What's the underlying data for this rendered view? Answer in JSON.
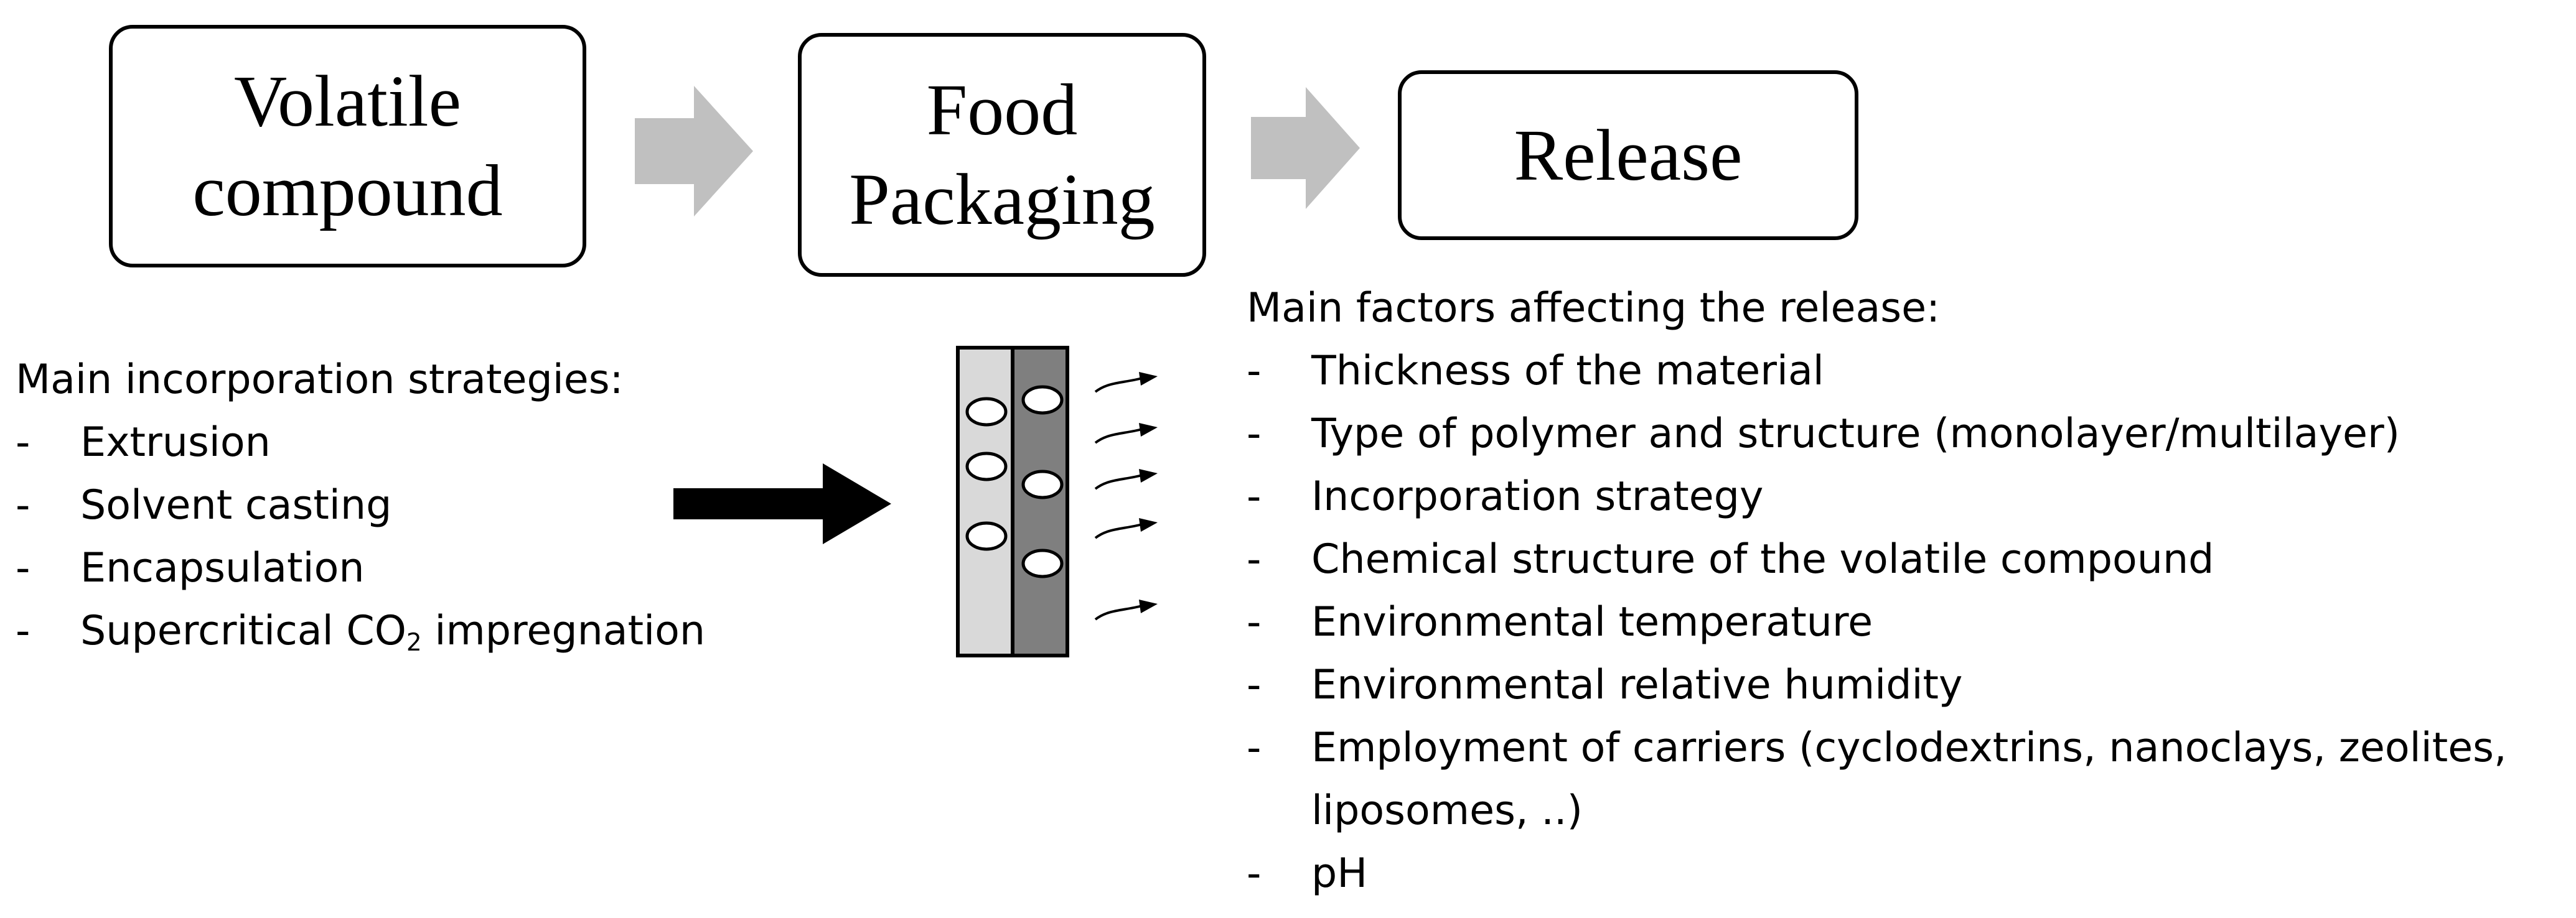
{
  "flow": {
    "box1": {
      "line1": "Volatile",
      "line2": "compound"
    },
    "box2": {
      "line1": "Food",
      "line2": "Packaging"
    },
    "box3": {
      "line1": "Release"
    }
  },
  "incorporation": {
    "heading": "Main incorporation strategies:",
    "items": [
      "Extrusion",
      "Solvent casting",
      "Encapsulation"
    ],
    "last_item_prefix": "Supercritical CO",
    "last_item_sub": "2",
    "last_item_suffix": " impregnation"
  },
  "release_factors": {
    "heading": "Main factors affecting the release:",
    "items": [
      "Thickness of the material",
      "Type of polymer and structure (monolayer/multilayer)",
      "Incorporation strategy",
      "Chemical structure of the volatile compound",
      "Environmental temperature",
      "Environmental relative humidity",
      "Employment of carriers (cyclodextrins, nanoclays, zeolites,",
      "liposomes, ..)",
      "pH"
    ]
  },
  "colors": {
    "flow_arrow": "#c0c0c0",
    "black_arrow": "#000000",
    "layer_light": "#d9d9d9",
    "layer_dark": "#7f7f7f"
  }
}
